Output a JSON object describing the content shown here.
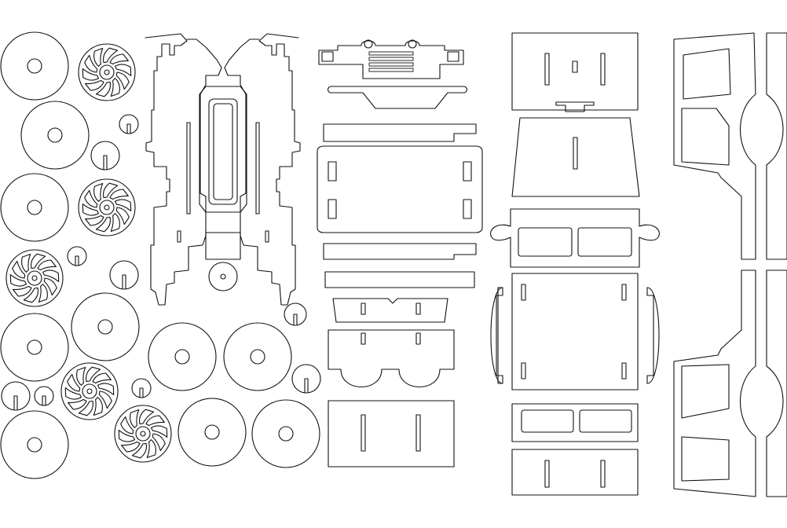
{
  "drawing": {
    "kind": "laser-cut-pattern",
    "line_color": "#111111",
    "background_color": "#ffffff",
    "parts": [
      "plain-wheels",
      "spoked-wheels",
      "axle-clips",
      "chassis-frame",
      "bumper-grille",
      "base-plates",
      "seat-block",
      "cab-panels",
      "side-panels"
    ]
  }
}
